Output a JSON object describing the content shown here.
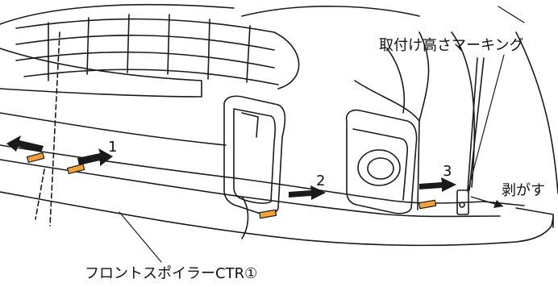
{
  "labels": {
    "marking": "取付け高さマーキング",
    "peel": "剥がす",
    "part": "フロントスポイラーCTR①",
    "step1": "1",
    "step2": "2",
    "step3": "3"
  },
  "colors": {
    "line": "#1a1a1a",
    "tape": "#f2a23a",
    "fill": "#ffffff",
    "arrow": "#1a1a1a"
  }
}
